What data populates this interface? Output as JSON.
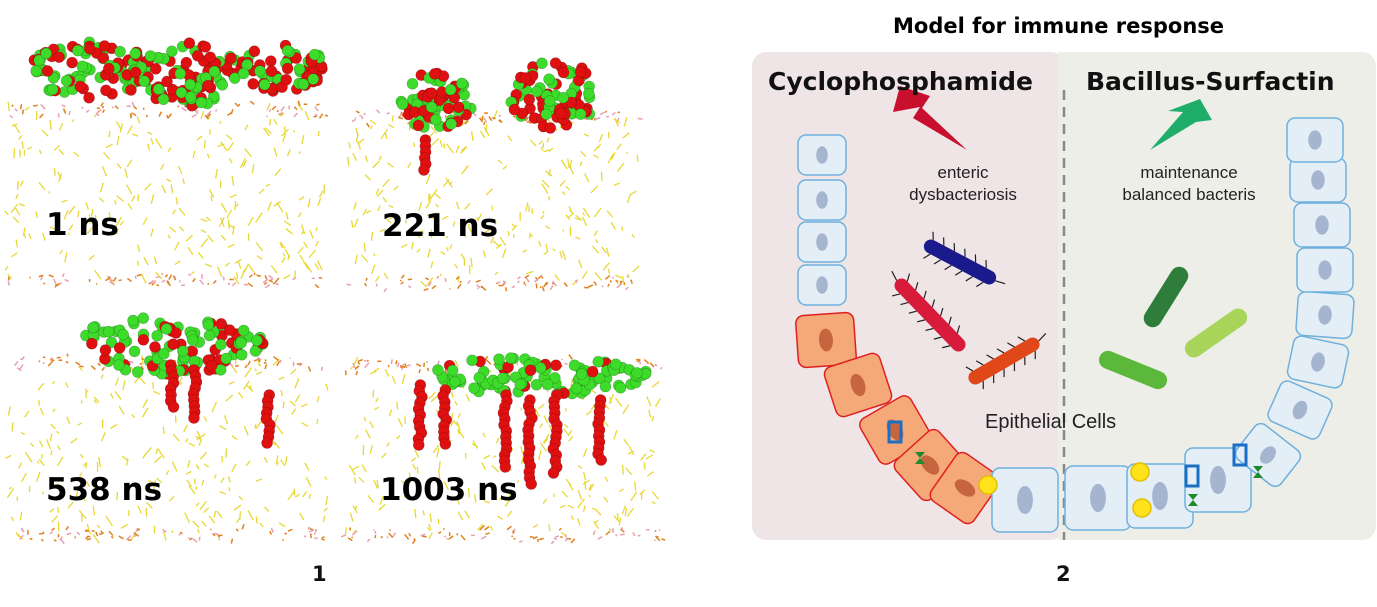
{
  "panel1": {
    "number": "1",
    "snapshots": [
      {
        "label": "1 ns"
      },
      {
        "label": "221 ns"
      },
      {
        "label": "538 ns"
      },
      {
        "label": "1003 ns"
      }
    ]
  },
  "panel2": {
    "number": "2",
    "title": "Model for immune response",
    "left_agent": "Cyclophosphamide",
    "right_agent": "Bacillus-Surfactin",
    "left_note_line1": "enteric",
    "left_note_line2": "dysbacteriosis",
    "right_note_line1": "maintenance",
    "right_note_line2": "balanced bacteris",
    "epithelial_label": "Epithelial Cells"
  },
  "colors": {
    "membrane": "#e8d835",
    "headgroup": "#e0801e",
    "lipid_pink": "#e8a0b0",
    "peptide_green": "#3ddc2a",
    "peptide_red": "#e01010",
    "left_bg": "#efe4e6",
    "right_bg": "#eeeee9",
    "damaged_cell": "#f5a878",
    "healthy_cell": "#e4eef7",
    "bolt_red": "#c8102e",
    "bolt_green": "#1fae6a"
  }
}
